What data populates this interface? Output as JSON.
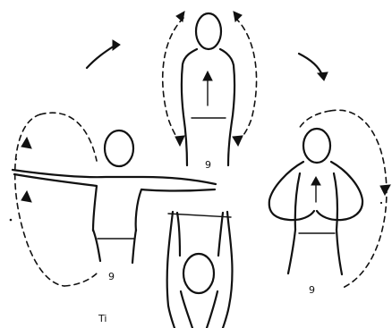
{
  "figure": {
    "labels": {
      "center_waist_mark": "9",
      "left_waist_mark": "9",
      "right_waist_mark": "9",
      "bottom_left_mark": "Ti"
    }
  }
}
